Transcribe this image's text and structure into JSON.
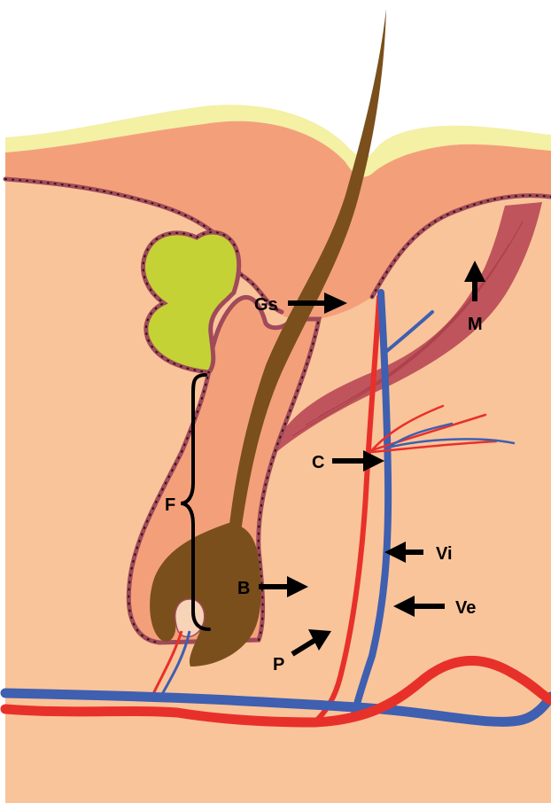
{
  "labels": {
    "gs": "Gs",
    "m": "M",
    "c": "C",
    "f": "F",
    "vi": "Vi",
    "b": "B",
    "ve": "Ve",
    "p": "P"
  },
  "colors": {
    "background": "#ffffff",
    "dermis": "#f9c49a",
    "epidermis": "#f3a07a",
    "stratum_corneum": "#f4f0a4",
    "hair_shaft": "#7a4f1c",
    "sebaceous_gland": "#c4d235",
    "arrector_muscle": "#c0545c",
    "artery": "#e8302a",
    "vein": "#3f5fb0",
    "membrane_outline": "#a04a5a",
    "label": "#000000"
  }
}
